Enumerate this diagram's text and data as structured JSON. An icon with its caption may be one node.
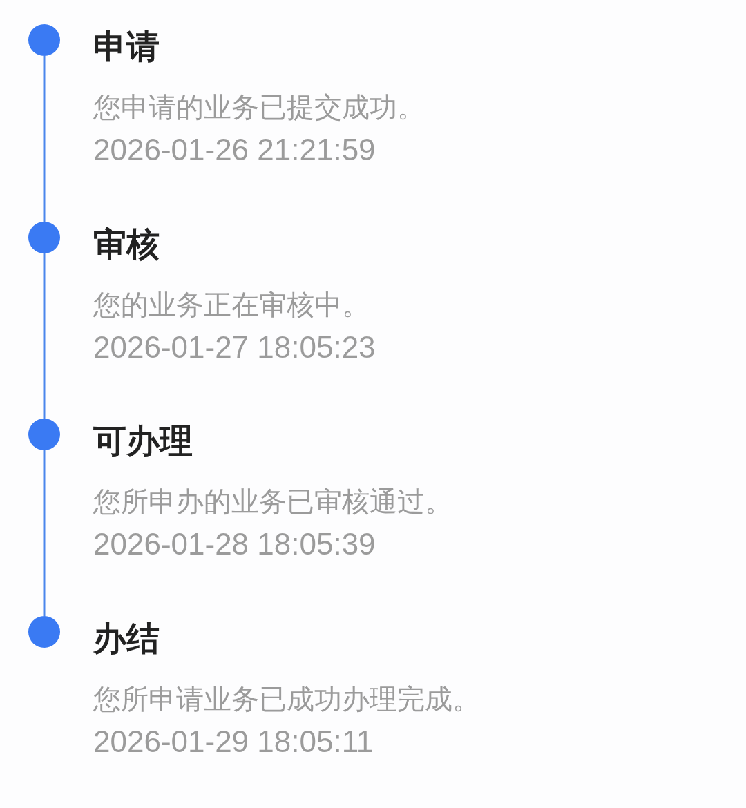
{
  "diagram": {
    "nodes": [
      {
        "text": [],
        "shape": "circle",
        "beside": [
          "申请",
          "您申请的业务已提交成功。",
          "2026-01-26 21:21:59"
        ]
      },
      {
        "text": [],
        "shape": "circle",
        "beside": [
          "审核",
          "您的业务正在审核中。",
          "2026-01-27 18:05:23"
        ]
      },
      {
        "text": [],
        "shape": "circle",
        "beside": [
          "可办理",
          "您所申办的业务已审核通过。",
          "2026-01-28 18:05:39"
        ]
      },
      {
        "text": [],
        "shape": "circle",
        "beside": [
          "办结",
          "您所申请业务已成功办理完成。",
          "2026-01-29 18:05:11"
        ]
      }
    ],
    "edges": [
      {
        "from": 0,
        "to": 1,
        "arrow": "none"
      },
      {
        "from": 1,
        "to": 2,
        "arrow": "none"
      },
      {
        "from": 2,
        "to": 3,
        "arrow": "none"
      }
    ]
  }
}
